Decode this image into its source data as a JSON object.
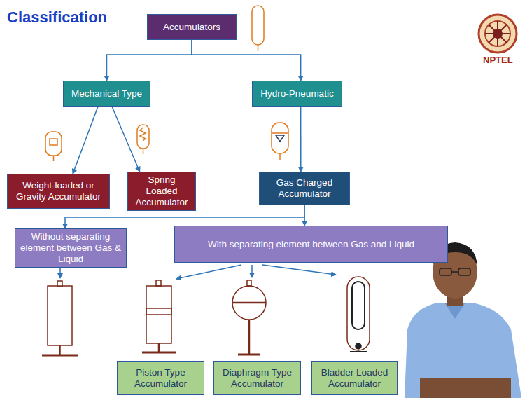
{
  "diagram": {
    "title": "Classification",
    "nodes": [
      {
        "text": [
          "Accumulators"
        ]
      },
      {
        "text": [
          "Mechanical Type"
        ]
      },
      {
        "text": [
          "Hydro-Pneumatic"
        ]
      },
      {
        "text": [
          "Weight-loaded or Gravity Accumulator"
        ]
      },
      {
        "text": [
          "Spring Loaded Accumulator"
        ]
      },
      {
        "text": [
          "Gas Charged Accumulator"
        ]
      },
      {
        "text": [
          "Without separating element between Gas & Liquid"
        ]
      },
      {
        "text": [
          "With separating element between Gas and Liquid"
        ]
      },
      {
        "text": [
          "Piston Type Accumulator"
        ]
      },
      {
        "text": [
          "Diaphragm Type Accumulator"
        ]
      },
      {
        "text": [
          "Bladder Loaded Accumulator"
        ]
      }
    ],
    "edges": [
      {
        "from": 0,
        "to": 1,
        "arrow": "to"
      },
      {
        "from": 0,
        "to": 2,
        "arrow": "to"
      },
      {
        "from": 1,
        "to": 3,
        "arrow": "to"
      },
      {
        "from": 1,
        "to": 4,
        "arrow": "to"
      },
      {
        "from": 2,
        "to": 5,
        "arrow": "to"
      },
      {
        "from": 5,
        "to": 6,
        "arrow": "to"
      },
      {
        "from": 5,
        "to": 7,
        "arrow": "to"
      }
    ],
    "labels": [
      "NPTEL"
    ]
  }
}
